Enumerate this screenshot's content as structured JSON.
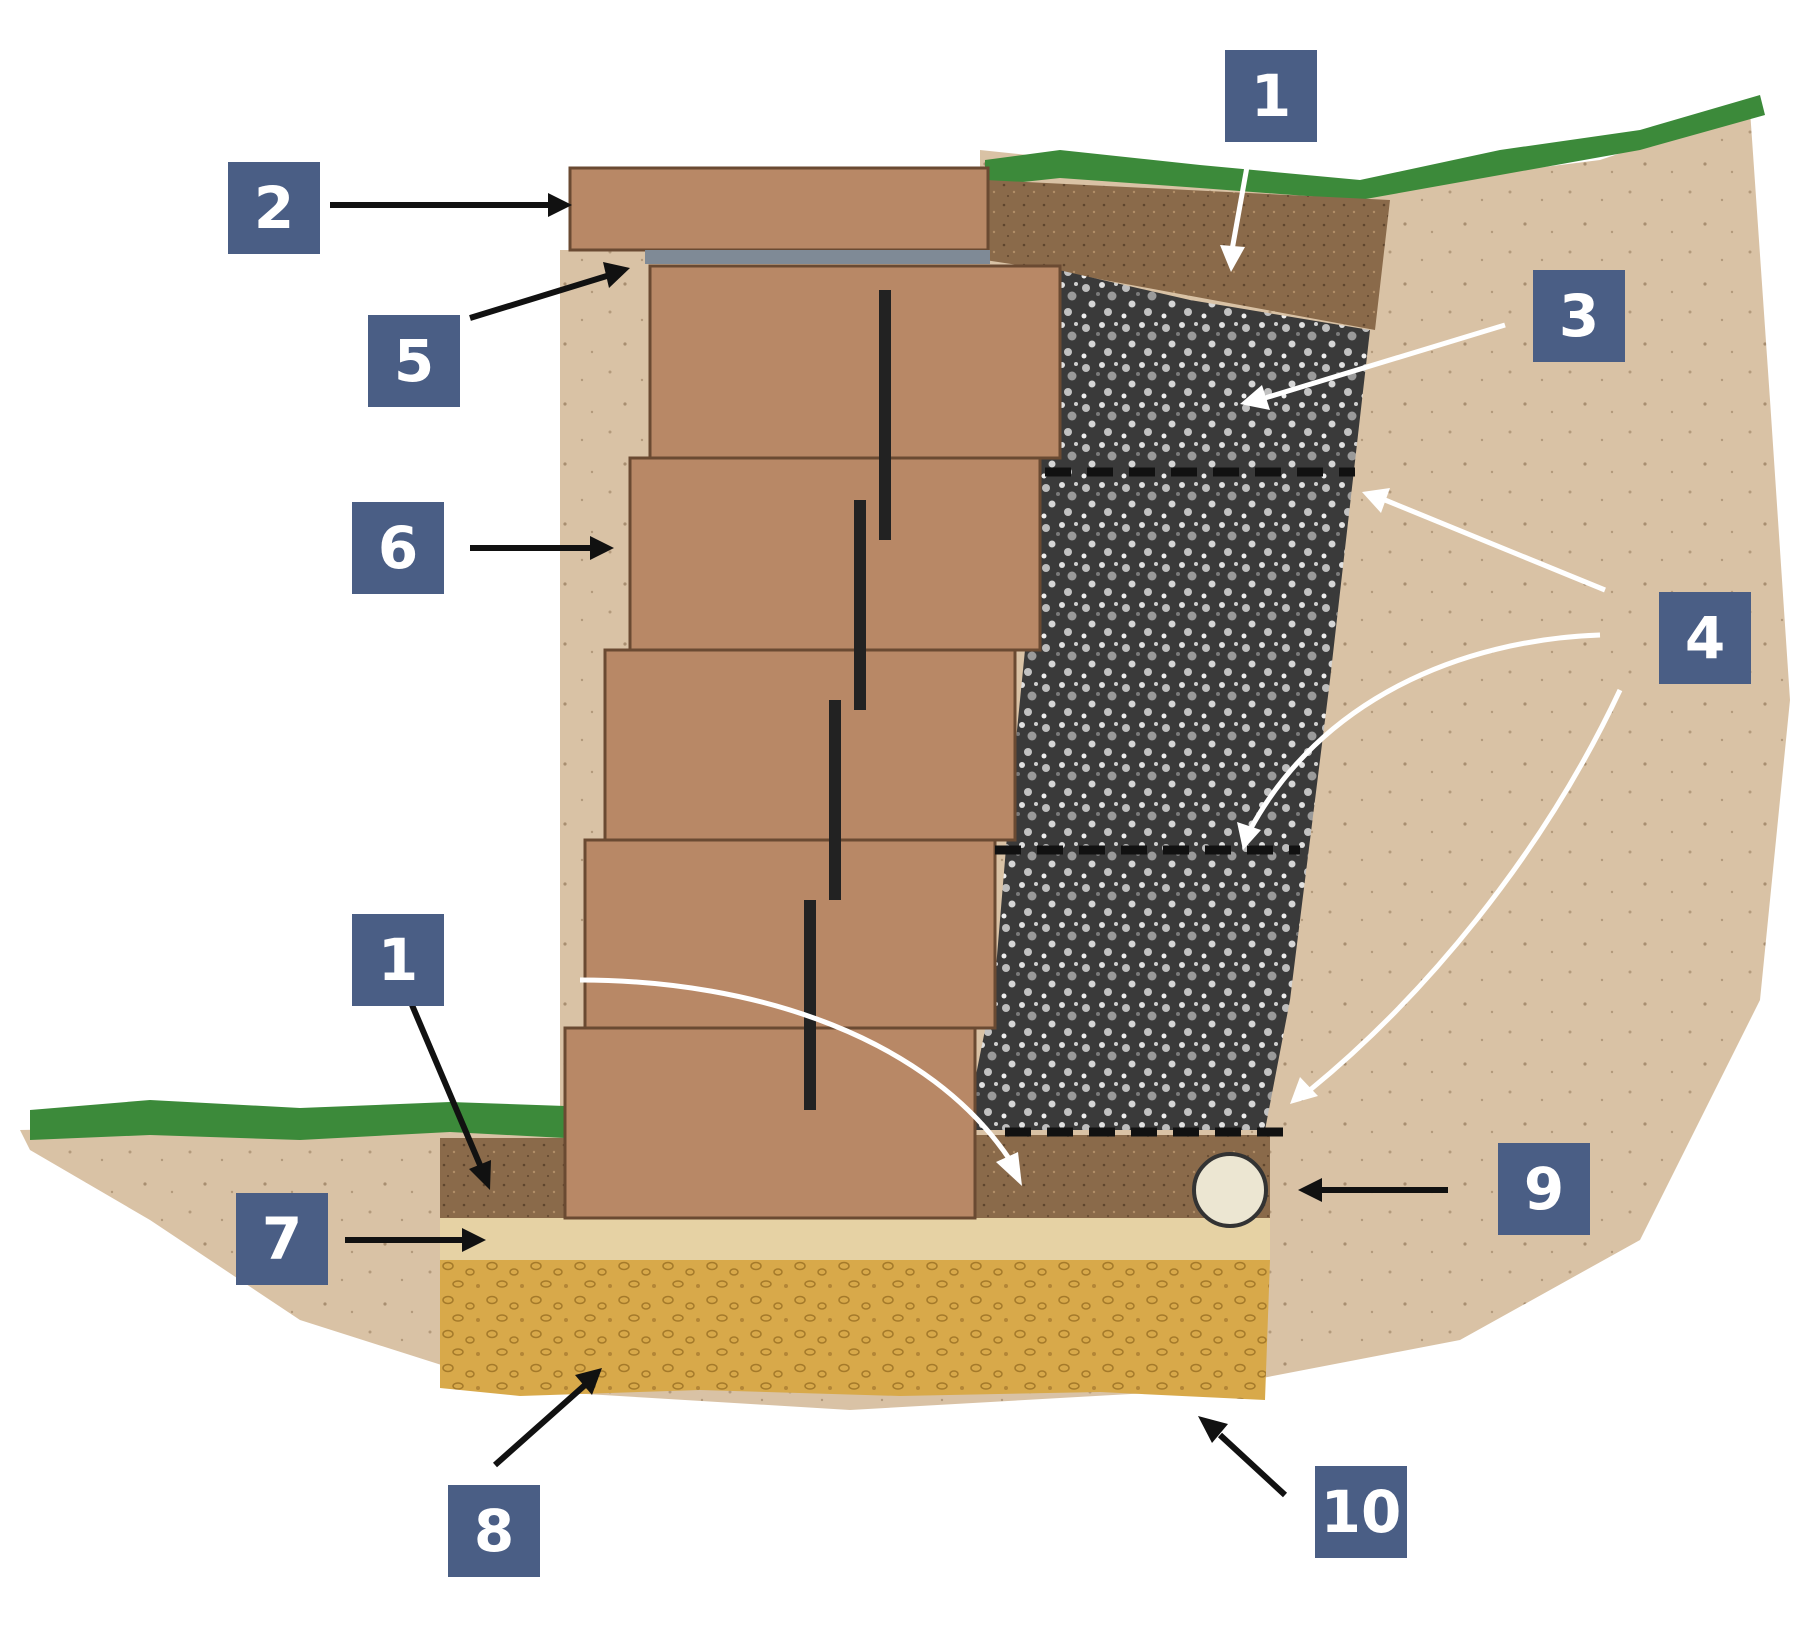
{
  "callouts": [
    {
      "id": "1-top",
      "label": "1"
    },
    {
      "id": "2",
      "label": "2"
    },
    {
      "id": "3",
      "label": "3"
    },
    {
      "id": "4",
      "label": "4"
    },
    {
      "id": "5",
      "label": "5"
    },
    {
      "id": "6",
      "label": "6"
    },
    {
      "id": "1-bottom",
      "label": "1"
    },
    {
      "id": "7",
      "label": "7"
    },
    {
      "id": "8",
      "label": "8"
    },
    {
      "id": "9",
      "label": "9"
    },
    {
      "id": "10",
      "label": "10"
    }
  ],
  "colors": {
    "callout_box": "#4a5e85",
    "block": "#b88866",
    "gravel": "#3a3a3a",
    "soil": "#d9c2a5",
    "topsoil": "#8a6a4a",
    "leveling_sand": "#e6d2a4",
    "base_gravel": "#d8a94a",
    "grass": "#3c8a3a",
    "drain_pipe": "#ece6d2"
  }
}
